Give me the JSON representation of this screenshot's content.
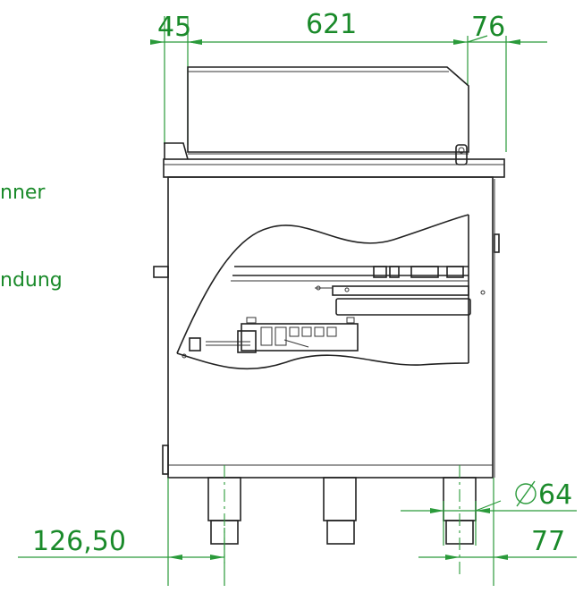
{
  "dimensions": {
    "top_left": "45",
    "top_middle": "621",
    "top_right": "76",
    "diameter": "64",
    "bottom_left": "126,50",
    "bottom_right": "77"
  },
  "side_labels": {
    "upper": "nner",
    "lower": "ndung"
  },
  "colors": {
    "dimension": "#2a9a3a",
    "text": "#1a8a2a",
    "outline": "#222222"
  },
  "icons": {
    "diameter_symbol": "diameter-icon"
  }
}
